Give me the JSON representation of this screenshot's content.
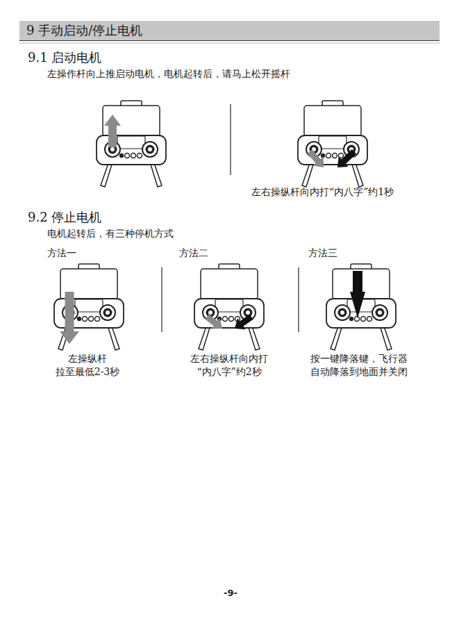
{
  "diagram": {
    "title": "9 手动启动/停止电机",
    "labels": [
      "9.1 启动电机",
      "左操作杆向上推启动电机，电机起转后，请马上松开摇杆",
      "左右操纵杆向内打“内八字”约1秒",
      "9.2 停止电机",
      "电机起转后，有三种停机方式",
      "方法一",
      "方法二",
      "方法三",
      "左操纵杆 拉至最低2-3秒",
      "左右操纵杆向内打 “内八字”约2秒",
      "按一键降落键，飞行器 自动降落到地面并关闭",
      "-9-"
    ]
  }
}
